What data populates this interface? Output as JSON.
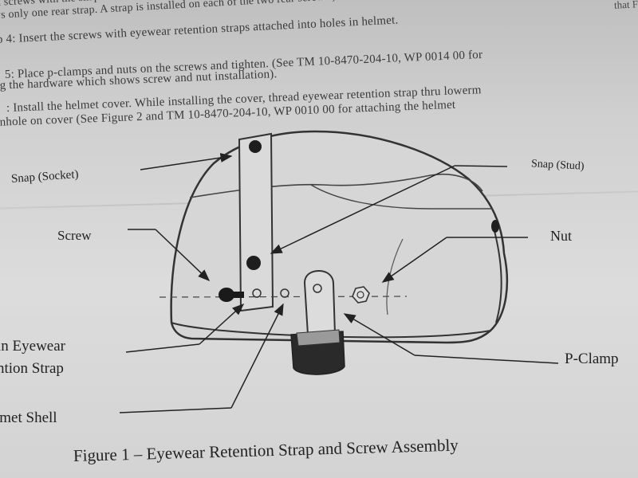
{
  "document": {
    "lines": {
      "l1": "d screws with the snap socket and stud facing away from the",
      "l2": "vs only one rear strap.  A strap is installed on each of the two rear screws.)",
      "l3": "p 4:  Insert the screws with eyewear retention straps attached into holes in helmet.",
      "l4": "5:  Place p-clamps and nuts on the screws and tighten. (See TM 10-8470-204-10, WP 0014 00 for",
      "l5": "ng the hardware which shows screw and nut installation).",
      "l6": ":  Install the helmet cover.  While installing the cover, thread eyewear retention strap thru lowerm",
      "l7": "onhole on cover (See Figure 2 and TM 10-8470-204-10, WP 0010 00 for attaching the helmet"
    },
    "corner": "that F"
  },
  "figure": {
    "labels": {
      "snap_socket": "Snap (Socket)",
      "snap_stud": "Snap (Stud)",
      "screw": "Screw",
      "nut": "Nut",
      "eyewear_1": "in Eyewear",
      "eyewear_2": "ntion Strap",
      "p_clamp": "P-Clamp",
      "helmet_shell": "lmet Shell"
    },
    "caption": "Figure 1 –  Eyewear Retention Strap and Screw Assembly"
  }
}
